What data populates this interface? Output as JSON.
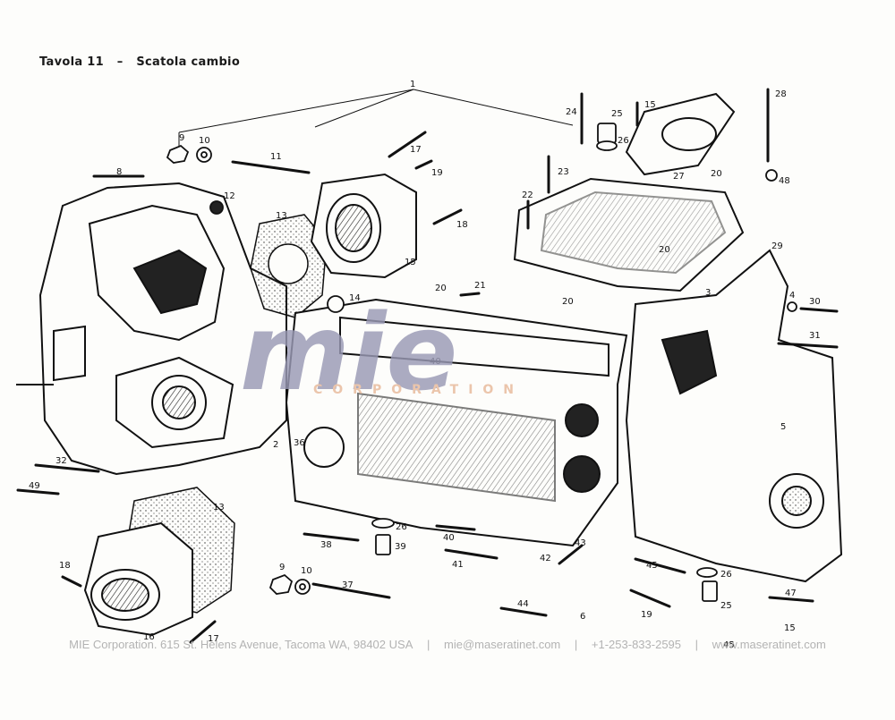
{
  "title": {
    "plate": "Tavola 11",
    "dash": "–",
    "subject": "Scatola cambio"
  },
  "watermark": {
    "logo_text": "mie",
    "corporation_text": "CORPORATION",
    "colors": {
      "logo": "#9a9ab5",
      "corporation": "#e8b99a"
    }
  },
  "footer": {
    "company": "MIE Corporation. 615 St. Helens Avenue, Tacoma WA, 98402 USA",
    "sep1": "|",
    "email": "mie@maseratinet.com",
    "sep2": "|",
    "phone": "+1-253-833-2595",
    "sep3": "|",
    "website": "www.maseratinet.com"
  },
  "callouts": [
    {
      "id": "c1",
      "label": "1"
    },
    {
      "id": "c2",
      "label": "2"
    },
    {
      "id": "c3",
      "label": "3"
    },
    {
      "id": "c4",
      "label": "4"
    },
    {
      "id": "c5",
      "label": "5"
    },
    {
      "id": "c6",
      "label": "6"
    },
    {
      "id": "c8",
      "label": "8"
    },
    {
      "id": "c9a",
      "label": "9"
    },
    {
      "id": "c10a",
      "label": "10"
    },
    {
      "id": "c11",
      "label": "11"
    },
    {
      "id": "c12",
      "label": "12"
    },
    {
      "id": "c13a",
      "label": "13"
    },
    {
      "id": "c14",
      "label": "14"
    },
    {
      "id": "c15a",
      "label": "15"
    },
    {
      "id": "c15b",
      "label": "15"
    },
    {
      "id": "c15c",
      "label": "15"
    },
    {
      "id": "c16",
      "label": "16"
    },
    {
      "id": "c17a",
      "label": "17"
    },
    {
      "id": "c17b",
      "label": "17"
    },
    {
      "id": "c18a",
      "label": "18"
    },
    {
      "id": "c18b",
      "label": "18"
    },
    {
      "id": "c19a",
      "label": "19"
    },
    {
      "id": "c19b",
      "label": "19"
    },
    {
      "id": "c20a",
      "label": "20"
    },
    {
      "id": "c20b",
      "label": "20"
    },
    {
      "id": "c20c",
      "label": "20"
    },
    {
      "id": "c20d",
      "label": "20"
    },
    {
      "id": "c21",
      "label": "21"
    },
    {
      "id": "c22",
      "label": "22"
    },
    {
      "id": "c23",
      "label": "23"
    },
    {
      "id": "c24",
      "label": "24"
    },
    {
      "id": "c25a",
      "label": "25"
    },
    {
      "id": "c25b",
      "label": "25"
    },
    {
      "id": "c26a",
      "label": "26"
    },
    {
      "id": "c26b",
      "label": "26"
    },
    {
      "id": "c26c",
      "label": "26"
    },
    {
      "id": "c27",
      "label": "27"
    },
    {
      "id": "c28",
      "label": "28"
    },
    {
      "id": "c29",
      "label": "29"
    },
    {
      "id": "c30",
      "label": "30"
    },
    {
      "id": "c31",
      "label": "31"
    },
    {
      "id": "c32",
      "label": "32"
    },
    {
      "id": "c36",
      "label": "36"
    },
    {
      "id": "c37",
      "label": "37"
    },
    {
      "id": "c38",
      "label": "38"
    },
    {
      "id": "c39",
      "label": "39"
    },
    {
      "id": "c40a",
      "label": "40"
    },
    {
      "id": "c40b",
      "label": "40"
    },
    {
      "id": "c41",
      "label": "41"
    },
    {
      "id": "c42",
      "label": "42"
    },
    {
      "id": "c43",
      "label": "43"
    },
    {
      "id": "c44",
      "label": "44"
    },
    {
      "id": "c45a",
      "label": "45"
    },
    {
      "id": "c45b",
      "label": "45"
    },
    {
      "id": "c47",
      "label": "47"
    },
    {
      "id": "c48",
      "label": "48"
    },
    {
      "id": "c49",
      "label": "49"
    },
    {
      "id": "c9b",
      "label": "9"
    },
    {
      "id": "c10b",
      "label": "10"
    },
    {
      "id": "c13b",
      "label": "13"
    }
  ]
}
